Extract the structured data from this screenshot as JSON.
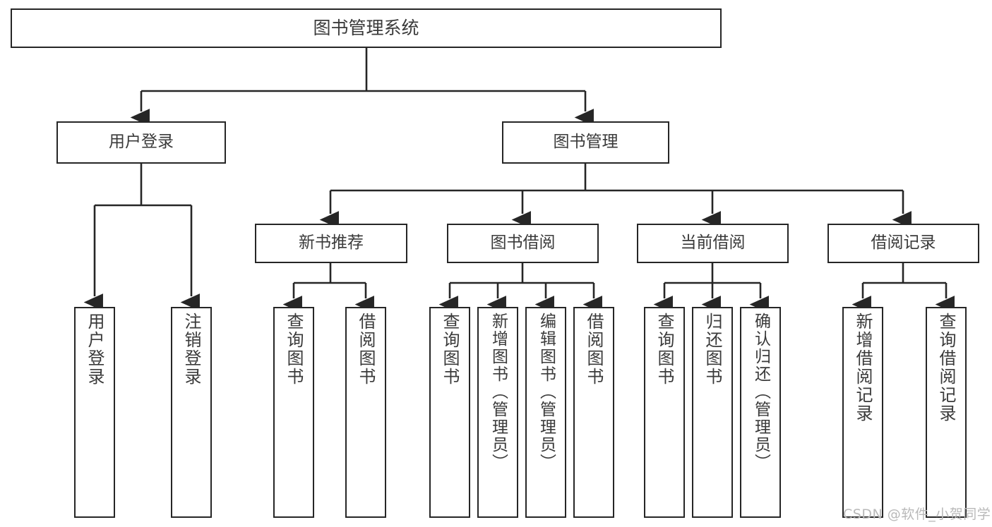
{
  "diagram": {
    "title": "图书管理系统",
    "type": "hierarchy-tree",
    "watermark": "CSDN @软件_小贺同学",
    "colors": {
      "stroke": "#262626",
      "text": "#3a3a3a",
      "background": "#ffffff",
      "watermark": "#b9b9b9"
    },
    "root": {
      "label": "图书管理系统"
    },
    "level1": [
      {
        "label": "用户登录"
      },
      {
        "label": "图书管理"
      }
    ],
    "level2": [
      {
        "label": "新书推荐"
      },
      {
        "label": "图书借阅"
      },
      {
        "label": "当前借阅"
      },
      {
        "label": "借阅记录"
      }
    ],
    "leaves": {
      "user_login": [
        {
          "label": "用户登录"
        },
        {
          "label": "注销登录"
        }
      ],
      "new_book_recommend": [
        {
          "label": "查询图书"
        },
        {
          "label": "借阅图书"
        }
      ],
      "book_borrow": [
        {
          "label": "查询图书"
        },
        {
          "label": "新增图书（管理员）"
        },
        {
          "label": "编辑图书（管理员）"
        },
        {
          "label": "借阅图书"
        }
      ],
      "current_borrow": [
        {
          "label": "查询图书"
        },
        {
          "label": "归还图书"
        },
        {
          "label": "确认归还（管理员）"
        }
      ],
      "borrow_record": [
        {
          "label": "新增借阅记录"
        },
        {
          "label": "查询借阅记录"
        }
      ]
    }
  }
}
